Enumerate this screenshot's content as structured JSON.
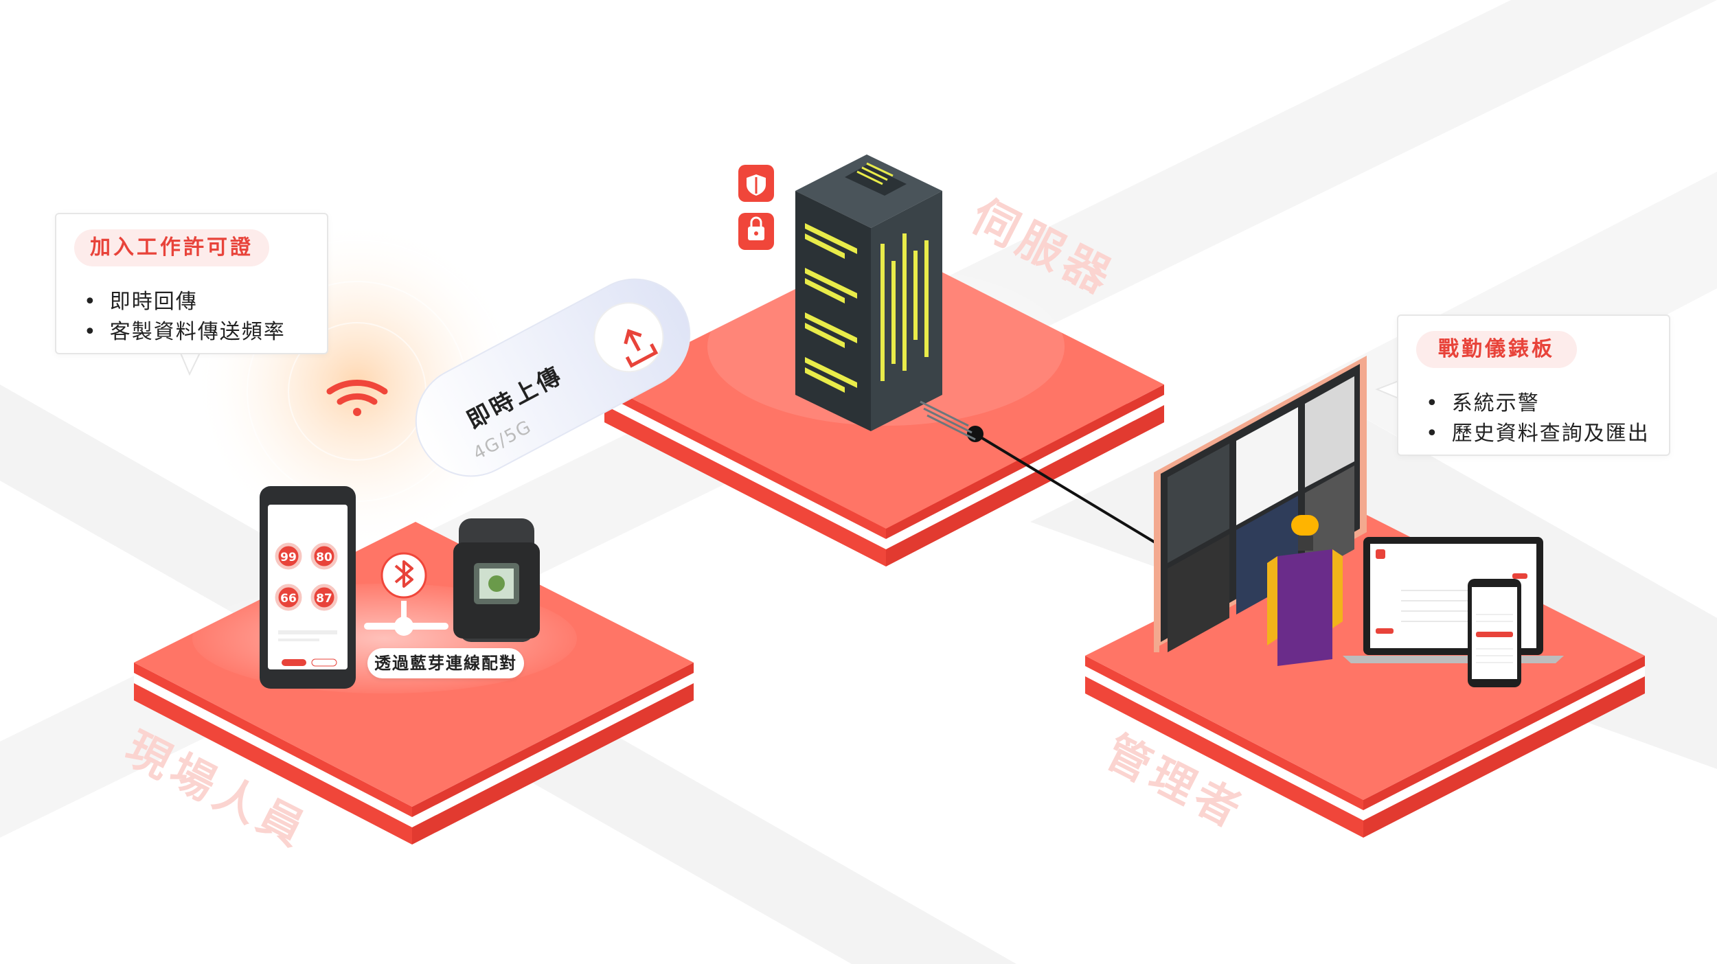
{
  "field_card": {
    "title": "加入工作許可證",
    "bullets": [
      "即時回傳",
      "客製資料傳送頻率"
    ]
  },
  "dashboard_card": {
    "title": "戰勤儀錶板",
    "bullets": [
      "系統示警",
      "歷史資料查詢及匯出"
    ]
  },
  "upload_pill": {
    "title": "即時上傳",
    "subtitle": "4G/5G"
  },
  "bluetooth_badge": "透過藍芽連線配對",
  "platform_labels": {
    "server": "伺服器",
    "field": "現場人員",
    "manager": "管理者"
  },
  "phone": {
    "readings": [
      "99",
      "80",
      "66",
      "87"
    ]
  },
  "colors": {
    "platform_top": "#ff7566",
    "platform_side": "#f0463a",
    "accent": "#e8433a",
    "server_body": "#333b40",
    "server_light": "#e9ec4a"
  },
  "icons": [
    "wifi-icon",
    "bluetooth-icon",
    "upload-icon",
    "shield-icon",
    "lock-icon"
  ]
}
